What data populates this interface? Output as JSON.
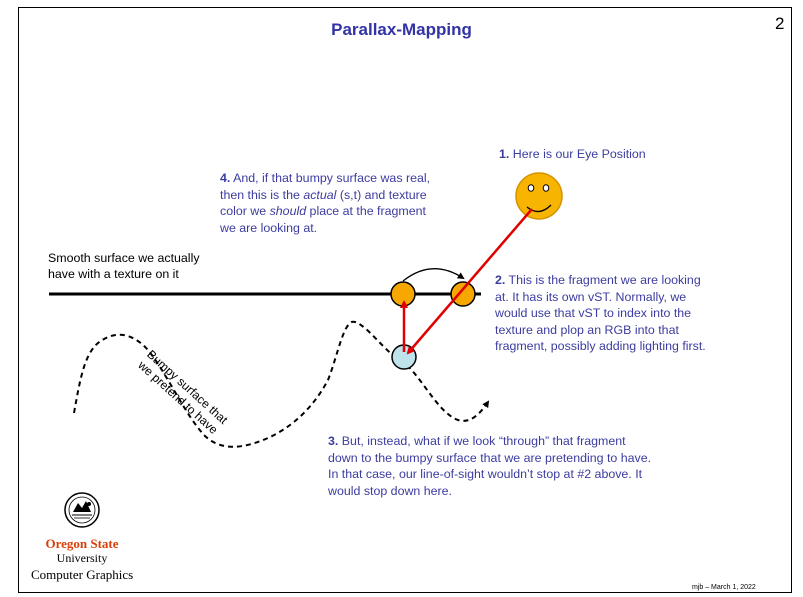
{
  "slide": {
    "title": "Parallax-Mapping",
    "page_number": "2"
  },
  "callouts": {
    "c1": {
      "num": "1.",
      "text": " Here is our Eye Position"
    },
    "c2": {
      "num": "2.",
      "l1": " This is the fragment we are looking",
      "l2": "at.  It has its own vST.  Normally, we",
      "l3": "would use that vST to index into the",
      "l4": "texture and plop an RGB into that",
      "l5": "fragment, possibly adding lighting first."
    },
    "c3": {
      "num": "3.",
      "l1": " But, instead, what if we look “through” that fragment",
      "l2": "down to the bumpy surface that we are pretending to have.",
      "l3": "In that case, our line-of-sight wouldn’t stop at #2 above.  It",
      "l4": "would stop down here."
    },
    "c4": {
      "num": "4.",
      "l1": " And, if that bumpy surface was real,",
      "l2a": "then this is the ",
      "l2b": "actual",
      "l2c": " (s,t) and texture",
      "l3a": "color we ",
      "l3b": "should",
      "l3c": " place at the fragment",
      "l4": "we are looking at."
    }
  },
  "labels": {
    "smooth_l1": "Smooth surface we actually",
    "smooth_l2": "have with a texture on it",
    "bumpy_l1": "Bumpy surface that",
    "bumpy_l2": "we pretend to have"
  },
  "logo": {
    "name": "Oregon State",
    "university": "University"
  },
  "footer": {
    "department": "Computer Graphics",
    "credit": "mjb – March 1, 2022"
  },
  "colors": {
    "accent_text": "#3c3ca0",
    "title": "#3333a6",
    "arrow_red": "#e00000",
    "fragment_orange": "#f7a800",
    "bumpy_point": "#bfe3ea",
    "osu_orange": "#d73f09"
  }
}
